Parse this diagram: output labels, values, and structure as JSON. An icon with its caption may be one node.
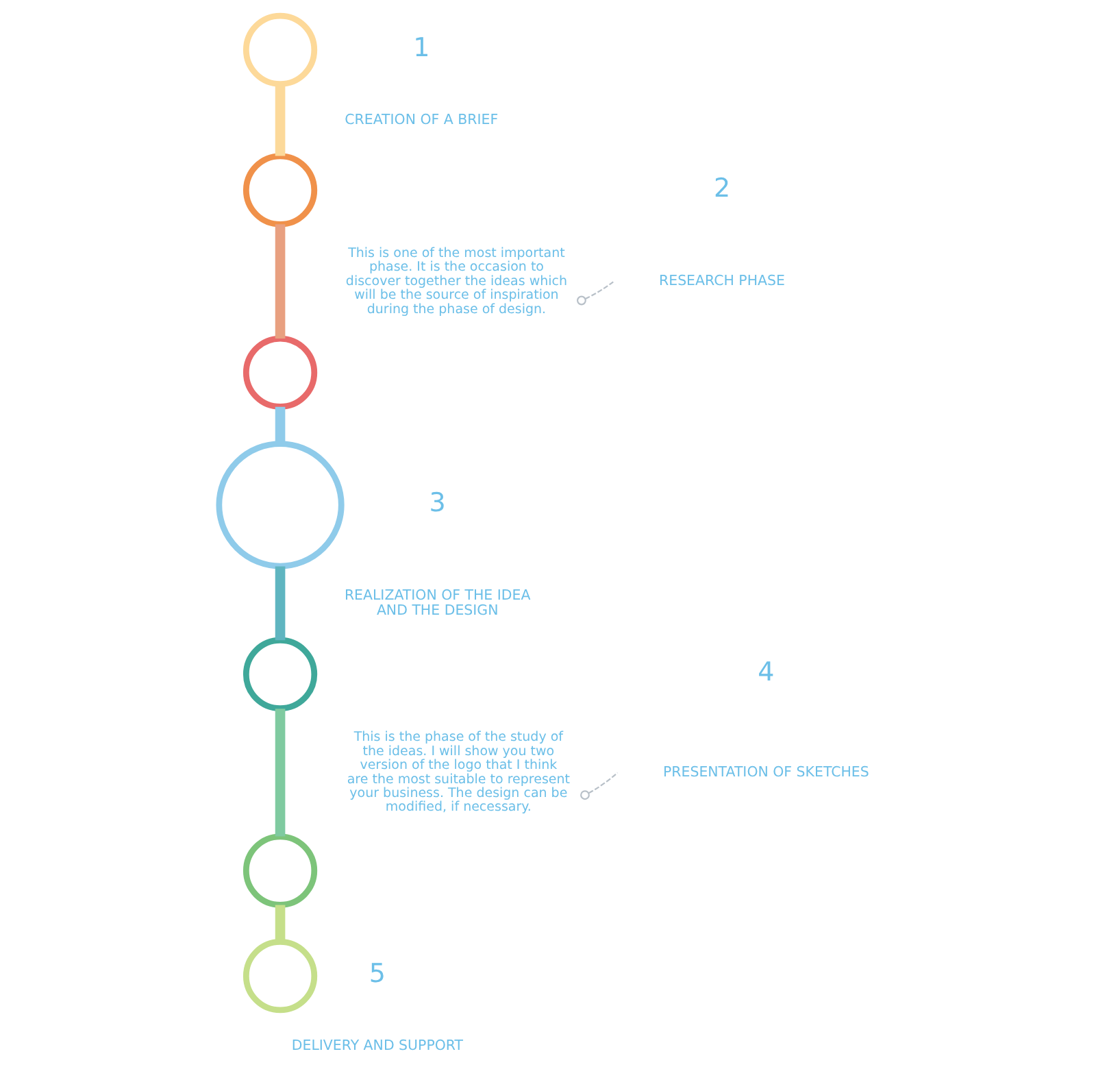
{
  "diagram": {
    "nodes": [
      {
        "text": [],
        "shape": "circle"
      },
      {
        "text": [],
        "shape": "circle"
      },
      {
        "text": [],
        "shape": "circle"
      },
      {
        "text": [],
        "shape": "circle"
      },
      {
        "text": [],
        "shape": "circle"
      },
      {
        "text": [],
        "shape": "circle"
      },
      {
        "text": [],
        "shape": "circle"
      },
      {
        "text": [
          "This is one of the most important phase. It is the occasion to discover together the ideas which will be the source of inspiration during the phase of design."
        ]
      },
      {
        "text": [
          "This is the phase of the study of the ideas. I will show you two version of the logo that I think are the most suitable to represent your business. The design can be modified, if necessary."
        ]
      }
    ],
    "edges": [
      {
        "from": 0,
        "to": 1,
        "arrow": "none",
        "color": "#fcd99a"
      },
      {
        "from": 1,
        "to": 2,
        "arrow": "none",
        "color": "#e8a080"
      },
      {
        "from": 2,
        "to": 3,
        "arrow": "none",
        "color": "#8fcbea"
      },
      {
        "from": 3,
        "to": 4,
        "arrow": "none",
        "color": "#5fb5c0"
      },
      {
        "from": 4,
        "to": 5,
        "arrow": "none",
        "color": "#7fcaa0"
      },
      {
        "from": 5,
        "to": 6,
        "arrow": "none",
        "color": "#c5df8a"
      },
      {
        "from": 7,
        "to": null,
        "arrow": "other",
        "style": "dashed",
        "color": "#b8c0c8"
      },
      {
        "from": 8,
        "to": null,
        "arrow": "other",
        "style": "dashed",
        "color": "#b8c0c8"
      }
    ],
    "labels": [
      "1",
      "CREATION OF A BRIEF",
      "2",
      "RESEARCH PHASE",
      "3",
      "REALIZATION OF THE IDEA AND THE DESIGN",
      "4",
      "PRESENTATION OF SKETCHES",
      "5",
      "DELIVERY AND SUPPORT"
    ]
  }
}
